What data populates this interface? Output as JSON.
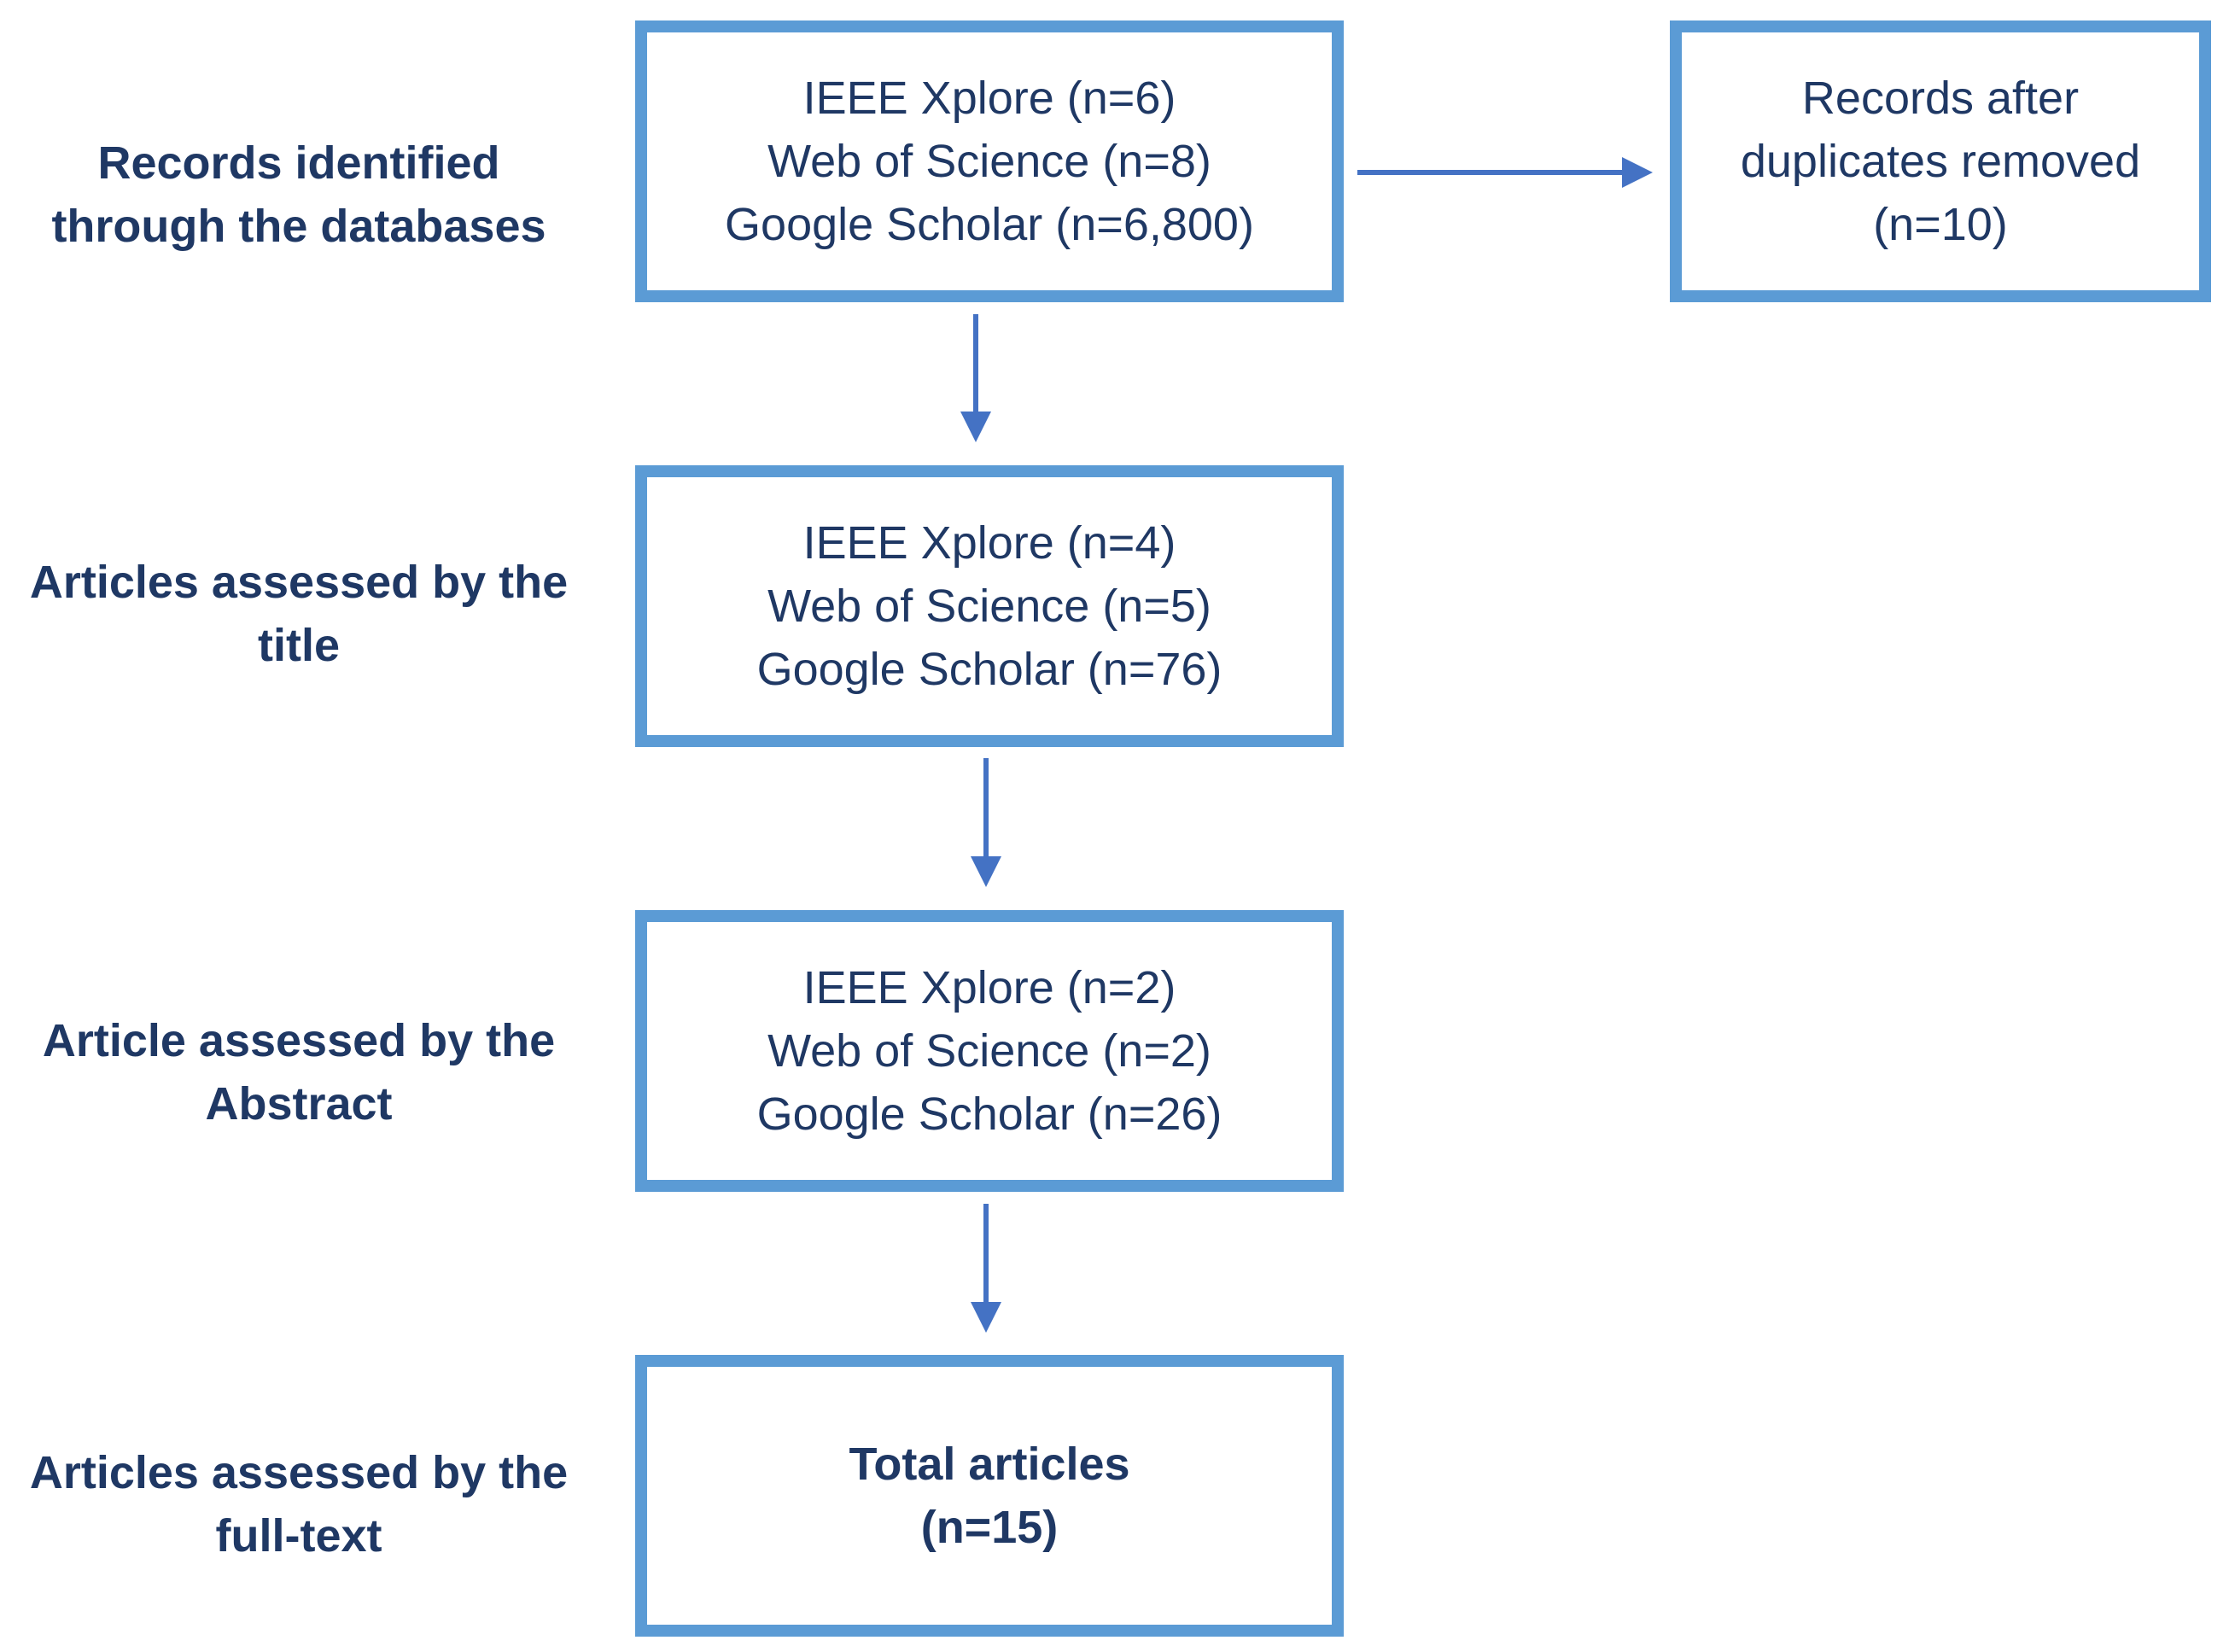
{
  "stages": [
    {
      "label_lines": [
        "Records identified",
        "through the databases"
      ]
    },
    {
      "label_lines": [
        "Articles assessed by the",
        "title"
      ]
    },
    {
      "label_lines": [
        "Article assessed by the",
        "Abstract"
      ]
    },
    {
      "label_lines": [
        "Articles assessed by the",
        "full-text"
      ]
    }
  ],
  "boxes": [
    {
      "lines": [
        "IEEE Xplore (n=6)",
        "Web of Science (n=8)",
        "Google Scholar (n=6,800)"
      ]
    },
    {
      "lines": [
        "IEEE Xplore (n=4)",
        "Web of Science (n=5)",
        "Google Scholar (n=76)"
      ]
    },
    {
      "lines": [
        "IEEE Xplore (n=2)",
        "Web of Science (n=2)",
        "Google Scholar (n=26)"
      ]
    },
    {
      "lines": [
        "Total articles",
        "(n=15)"
      ]
    }
  ],
  "side_box": {
    "lines": [
      "Records after",
      "duplicates removed",
      "(n=10)"
    ]
  },
  "colors": {
    "box_border": "#5b9bd5",
    "arrow": "#4472c4",
    "text": "#1f3864"
  }
}
